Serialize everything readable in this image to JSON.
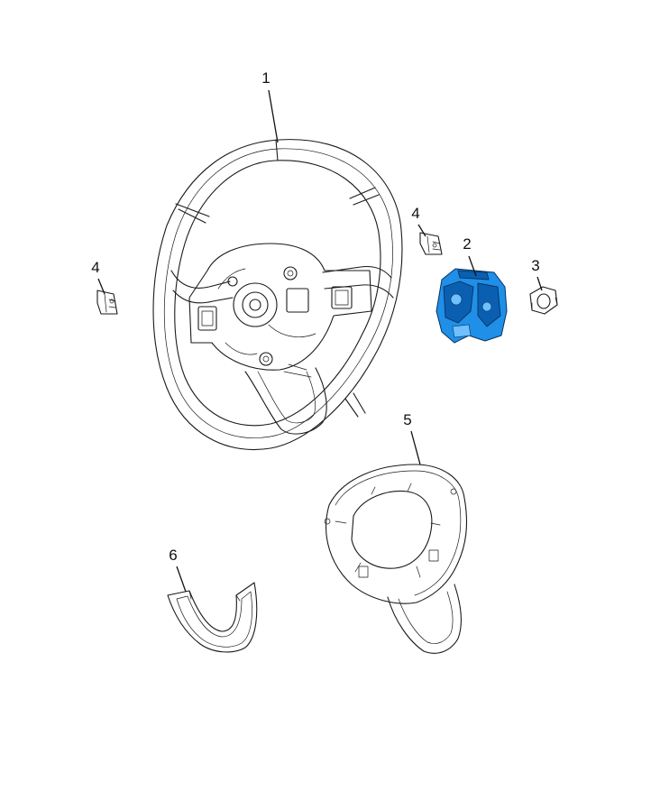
{
  "diagram": {
    "highlight_color": "#1f8fe8",
    "line_color": "#1a1a1a",
    "background": "#ffffff",
    "callouts": [
      {
        "id": "c1",
        "label": "1"
      },
      {
        "id": "c2",
        "label": "2"
      },
      {
        "id": "c3",
        "label": "3"
      },
      {
        "id": "c4a",
        "label": "4"
      },
      {
        "id": "c4b",
        "label": "4"
      },
      {
        "id": "c5",
        "label": "5"
      },
      {
        "id": "c6",
        "label": "6"
      }
    ]
  }
}
